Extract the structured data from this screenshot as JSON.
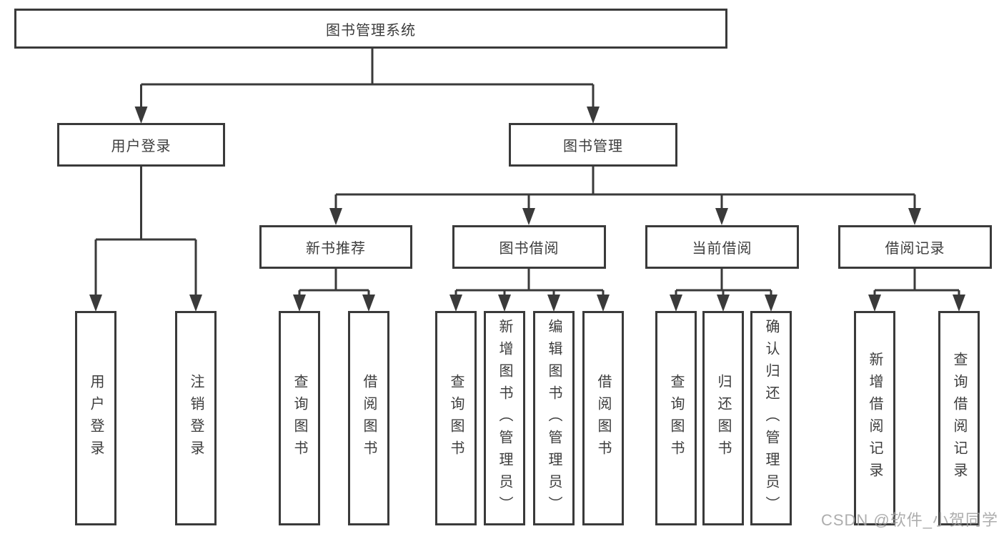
{
  "diagram": {
    "title": "图书管理系统",
    "root": {
      "label": "图书管理系统"
    },
    "branches": [
      {
        "label": "用户登录",
        "children": [
          {
            "label": "用户登录"
          },
          {
            "label": "注销登录"
          }
        ]
      },
      {
        "label": "图书管理",
        "groups": [
          {
            "label": "新书推荐",
            "children": [
              {
                "label": "查询图书"
              },
              {
                "label": "借阅图书"
              }
            ]
          },
          {
            "label": "图书借阅",
            "children": [
              {
                "label": "查询图书"
              },
              {
                "label": "新增图书（管理员）"
              },
              {
                "label": "编辑图书（管理员）"
              },
              {
                "label": "借阅图书"
              }
            ]
          },
          {
            "label": "当前借阅",
            "children": [
              {
                "label": "查询图书"
              },
              {
                "label": "归还图书"
              },
              {
                "label": "确认归还（管理员）"
              }
            ]
          },
          {
            "label": "借阅记录",
            "children": [
              {
                "label": "新增借阅记录"
              },
              {
                "label": "查询借阅记录"
              }
            ]
          }
        ]
      }
    ]
  },
  "watermark": {
    "text": "CSDN @软件_小贺同学"
  },
  "colors": {
    "line": "#3a3a3a",
    "text": "#3d3d3d",
    "background": "#ffffff",
    "watermark": "#9f9f9f"
  }
}
